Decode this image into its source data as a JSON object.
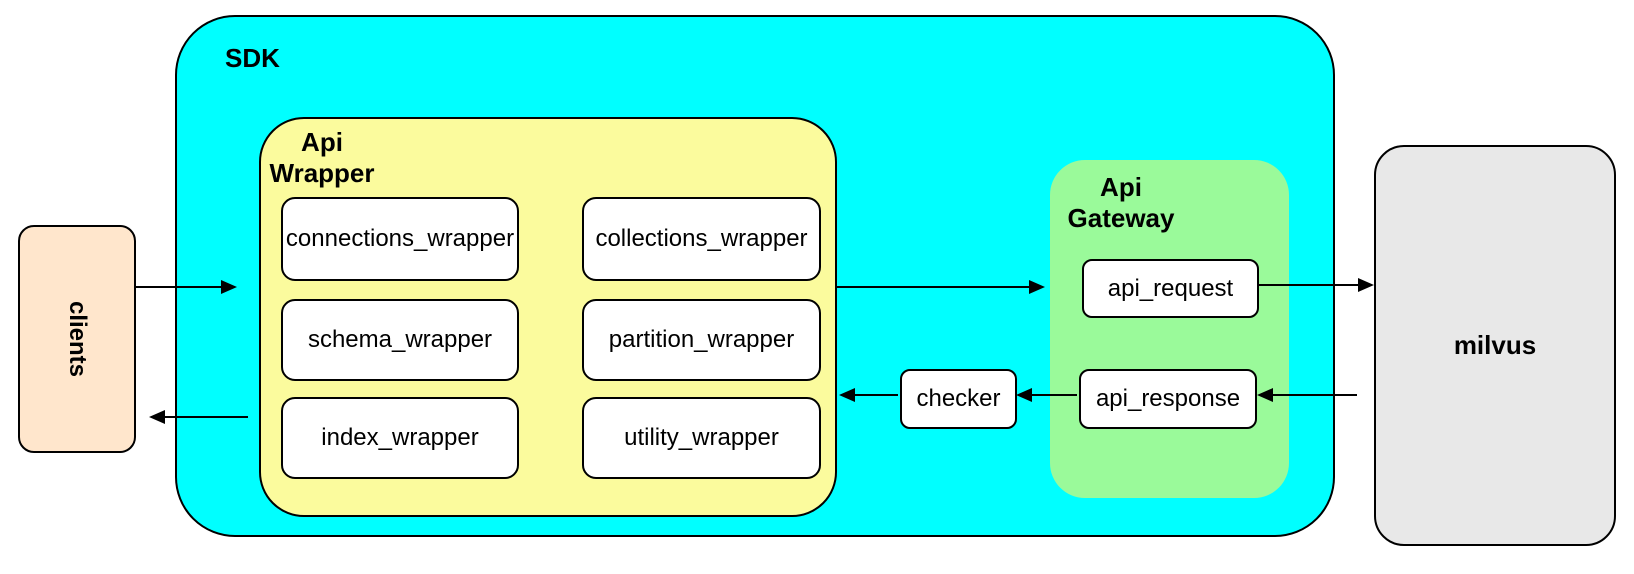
{
  "diagram": {
    "clients": {
      "label": "clients",
      "fill": "#FFE6CC"
    },
    "sdk": {
      "label": "SDK",
      "fill": "#00FFFF"
    },
    "api_wrapper": {
      "label": "Api\nWrapper",
      "fill": "#FBFB9D",
      "boxes": {
        "connections": "connections_wrapper",
        "collections": "collections_wrapper",
        "schema": "schema_wrapper",
        "partition": "partition_wrapper",
        "index": "index_wrapper",
        "utility": "utility_wrapper"
      }
    },
    "checker": {
      "label": "checker",
      "fill": "#FFFFFF"
    },
    "api_gateway": {
      "label": "Api\nGateway",
      "fill": "#9AFA9A",
      "boxes": {
        "request": "api_request",
        "response": "api_response"
      }
    },
    "milvus": {
      "label": "milvus",
      "fill": "#E8E8E8"
    }
  }
}
